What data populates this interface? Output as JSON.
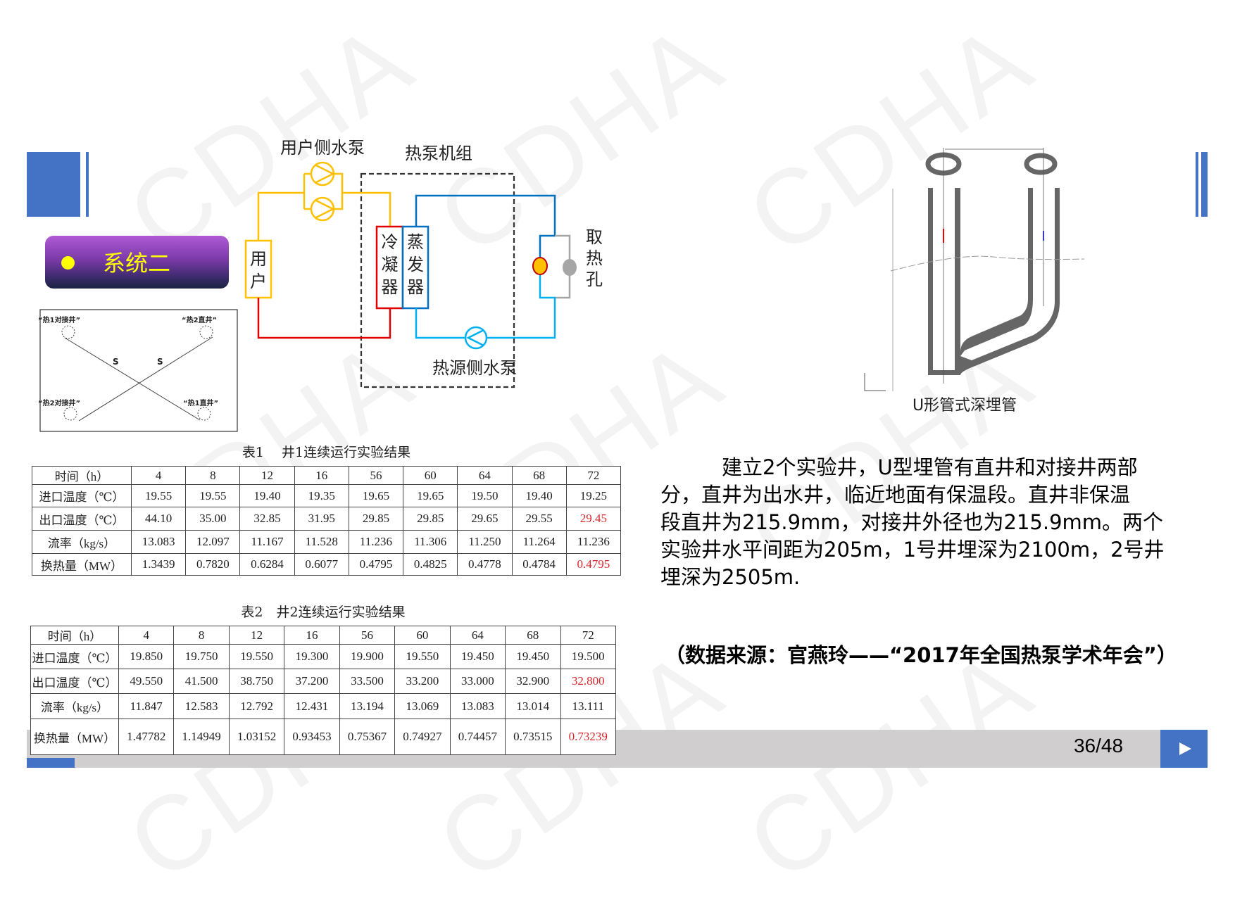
{
  "watermark": "CDHA",
  "section_badge": {
    "label": "系统二"
  },
  "well_layout": {
    "labels": [
      "“热1对接井”",
      "“热2直井”",
      "“热2对接井”",
      "“热1直井”"
    ],
    "distance_label": "S"
  },
  "schematic": {
    "user_pump": "用户侧水泵",
    "heat_pump_unit": "热泵机组",
    "user": "用户",
    "condenser": "冷凝器",
    "evaporator": "蒸发器",
    "heat_hole": "取热孔",
    "source_pump": "热源侧水泵",
    "colors": {
      "user_loop": "#ffc000",
      "return": "#e00000",
      "source_supply": "#0070c0",
      "source_return": "#00b0f0",
      "ground": "#a6a6a6"
    }
  },
  "u_pipe": {
    "caption": "U形管式深埋管"
  },
  "table1": {
    "title": "表1　 井1连续运行实验结果",
    "header": [
      "时间（h）",
      "4",
      "8",
      "12",
      "16",
      "56",
      "60",
      "64",
      "68",
      "72"
    ],
    "rows": [
      [
        "进口温度（℃）",
        "19.55",
        "19.55",
        "19.40",
        "19.35",
        "19.65",
        "19.65",
        "19.50",
        "19.40",
        "19.25"
      ],
      [
        "出口温度（℃）",
        "44.10",
        "35.00",
        "32.85",
        "31.95",
        "29.85",
        "29.85",
        "29.65",
        "29.55",
        "29.45"
      ],
      [
        "流率（kg/s）",
        "13.083",
        "12.097",
        "11.167",
        "11.528",
        "11.236",
        "11.306",
        "11.250",
        "11.264",
        "11.236"
      ],
      [
        "换热量（MW）",
        "1.3439",
        "0.7820",
        "0.6284",
        "0.6077",
        "0.4795",
        "0.4825",
        "0.4778",
        "0.4784",
        "0.4795"
      ]
    ],
    "highlight_color": "#d9262c"
  },
  "table2": {
    "title": "表2　井2连续运行实验结果",
    "header": [
      "时间（h）",
      "4",
      "8",
      "12",
      "16",
      "56",
      "60",
      "64",
      "68",
      "72"
    ],
    "rows": [
      [
        "进口温度（℃）",
        "19.850",
        "19.750",
        "19.550",
        "19.300",
        "19.900",
        "19.550",
        "19.450",
        "19.450",
        "19.500"
      ],
      [
        "出口温度（℃）",
        "49.550",
        "41.500",
        "38.750",
        "37.200",
        "33.500",
        "33.200",
        "33.000",
        "32.900",
        "32.800"
      ],
      [
        "流率（kg/s）",
        "11.847",
        "12.583",
        "12.792",
        "12.431",
        "13.194",
        "13.069",
        "13.083",
        "13.014",
        "13.111"
      ],
      [
        "换热量（MW）",
        "1.47782",
        "1.14949",
        "1.03152",
        "0.93453",
        "0.75367",
        "0.74927",
        "0.74457",
        "0.73515",
        "0.73239"
      ]
    ]
  },
  "description": {
    "lines": [
      "　　　建立2个实验井，U型埋管有直井和对接井两部",
      "分，直井为出水井，临近地面有保温段。直井非保温",
      "段直井为215.9mm，对接井外径也为215.9mm。两个",
      "实验井水平间距为205m，1号井埋深为2100m，2号井",
      "埋深为2505m."
    ]
  },
  "source": "（数据来源：官燕玲——“2017年全国热泵学术年会”）",
  "footer": {
    "page": "36/48",
    "next_icon": "play-icon"
  }
}
